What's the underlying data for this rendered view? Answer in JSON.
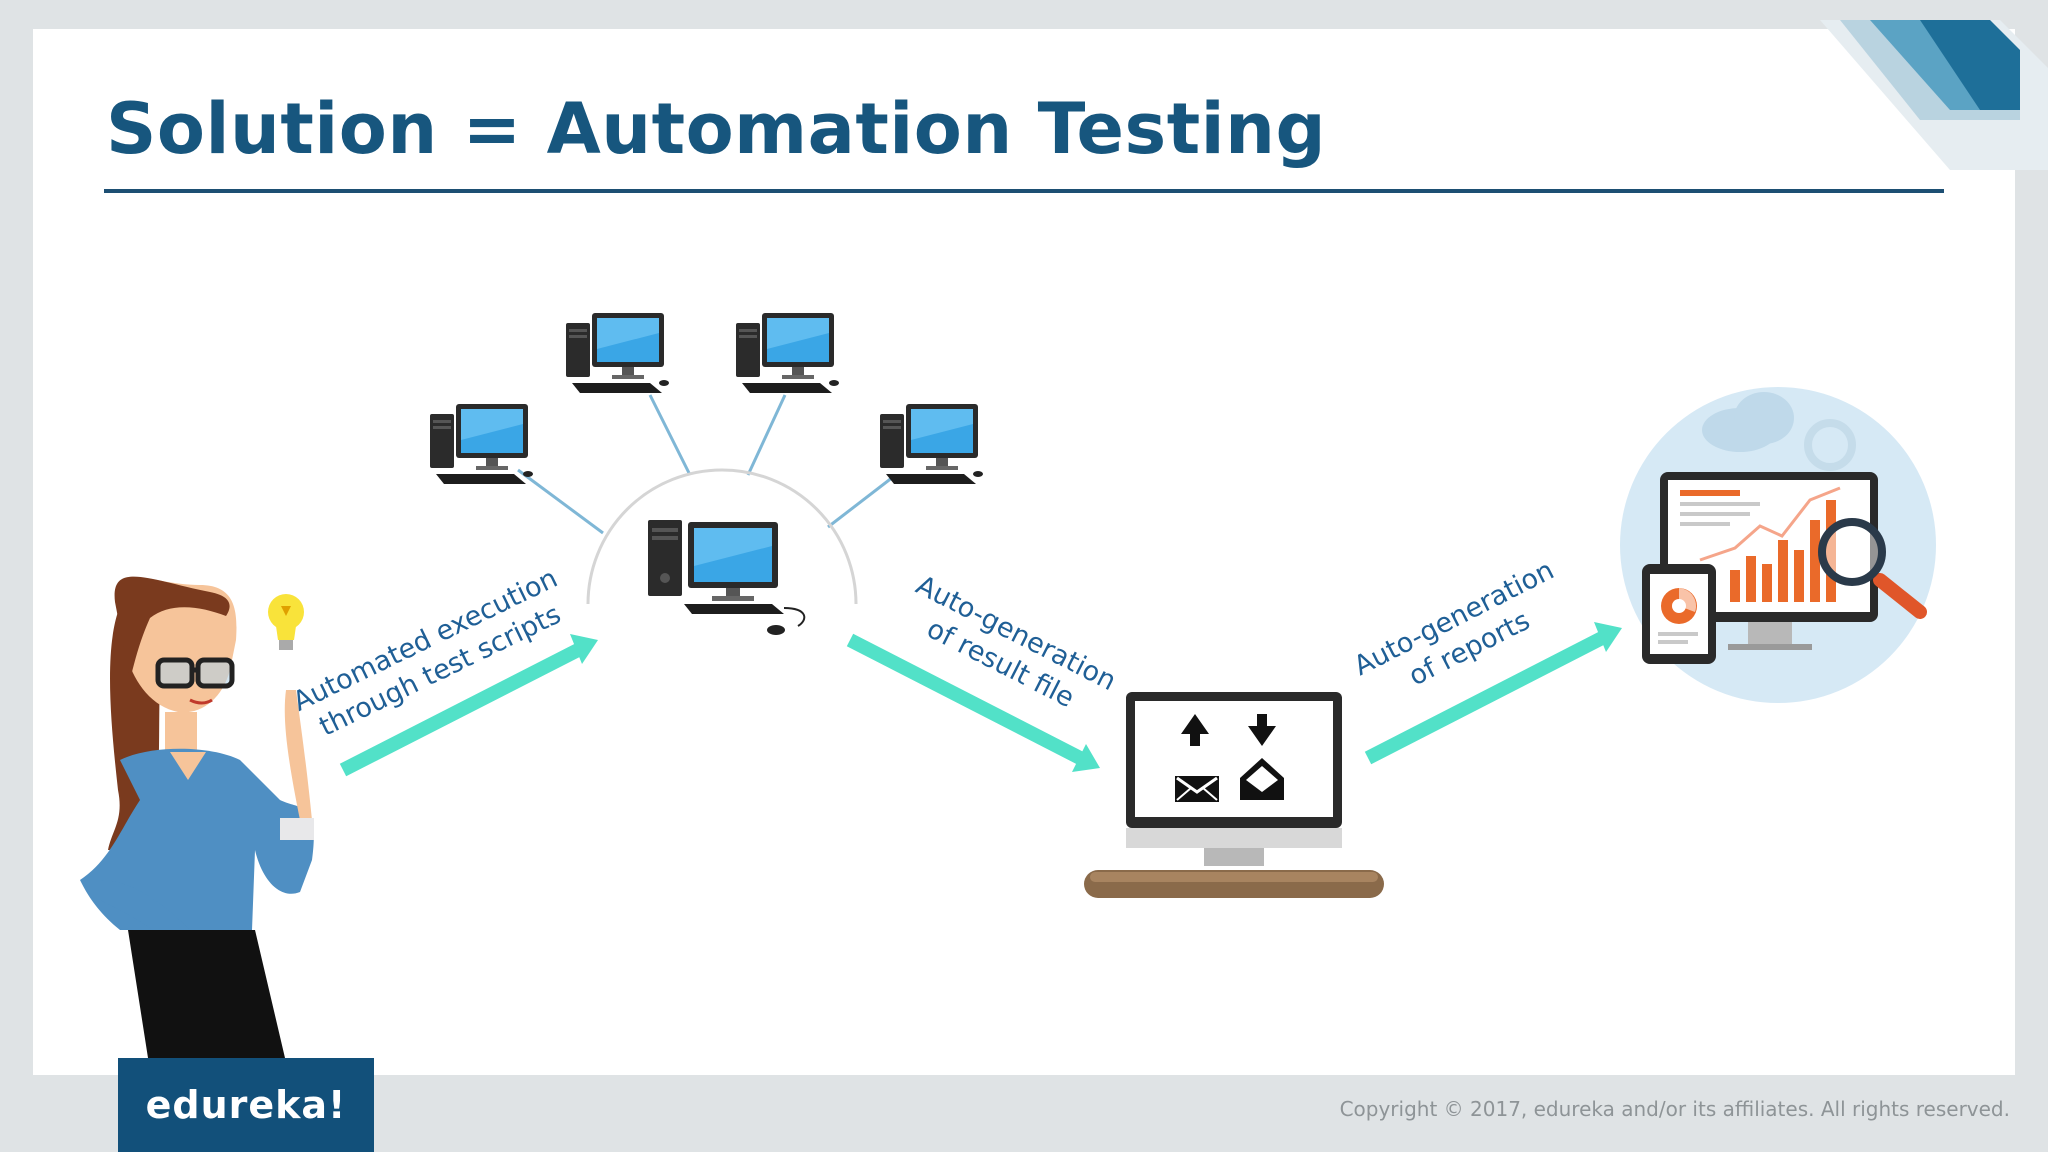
{
  "slide": {
    "title": "Solution = Automation Testing",
    "labels": {
      "execution": [
        "Automated execution",
        "through test scripts"
      ],
      "result_file": [
        "Auto-generation",
        "of result file"
      ],
      "reports": [
        "Auto-generation",
        "of reports"
      ]
    },
    "logo": "edureka!",
    "copyright": "Copyright © 2017, edureka and/or its affiliates. All rights reserved."
  },
  "colors": {
    "title": "#17567e",
    "label_text": "#1f5f96",
    "arrow": "#52e1c8",
    "logo_bg": "#12507a",
    "bar_orange": "#ea6a2a"
  },
  "icons": [
    "woman-presenter-icon",
    "lightbulb-icon",
    "desktop-computer-icon",
    "mail-upload-icon",
    "mail-download-icon",
    "analytics-dashboard-icon",
    "magnifier-icon",
    "cloud-icon"
  ]
}
